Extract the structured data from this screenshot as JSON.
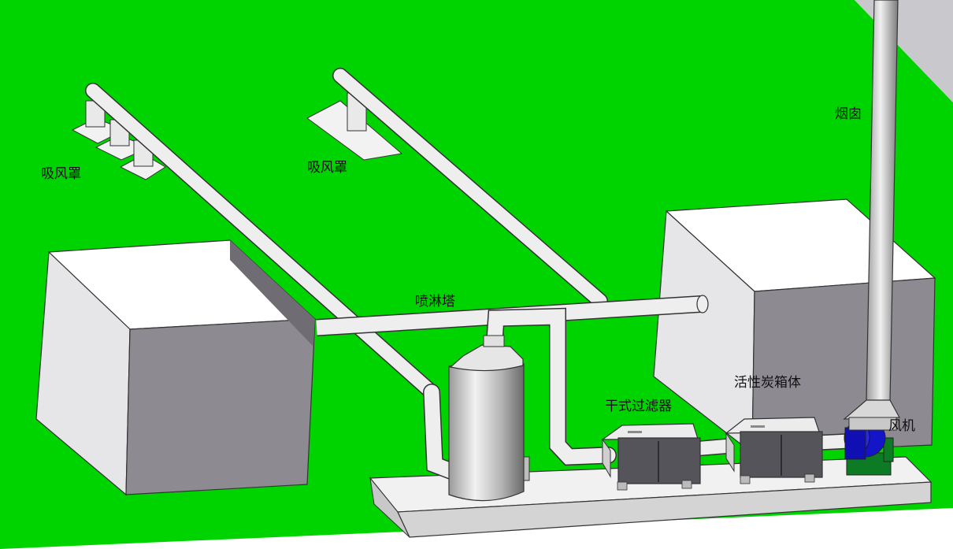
{
  "labels": {
    "hood_left": "吸风罩",
    "hood_middle": "吸风罩",
    "spray_tower": "喷淋塔",
    "chimney": "烟囱",
    "dry_filter": "干式过滤器",
    "activated_carbon_box": "活性炭箱体",
    "fan": "风机"
  },
  "colors": {
    "ground": "#00d400",
    "box_front": "#8d8a92",
    "box_side": "#e6e6e8",
    "pipe": "#eeeeee",
    "fan_blue": "#1414c8",
    "fan_base": "#0d7a24"
  }
}
